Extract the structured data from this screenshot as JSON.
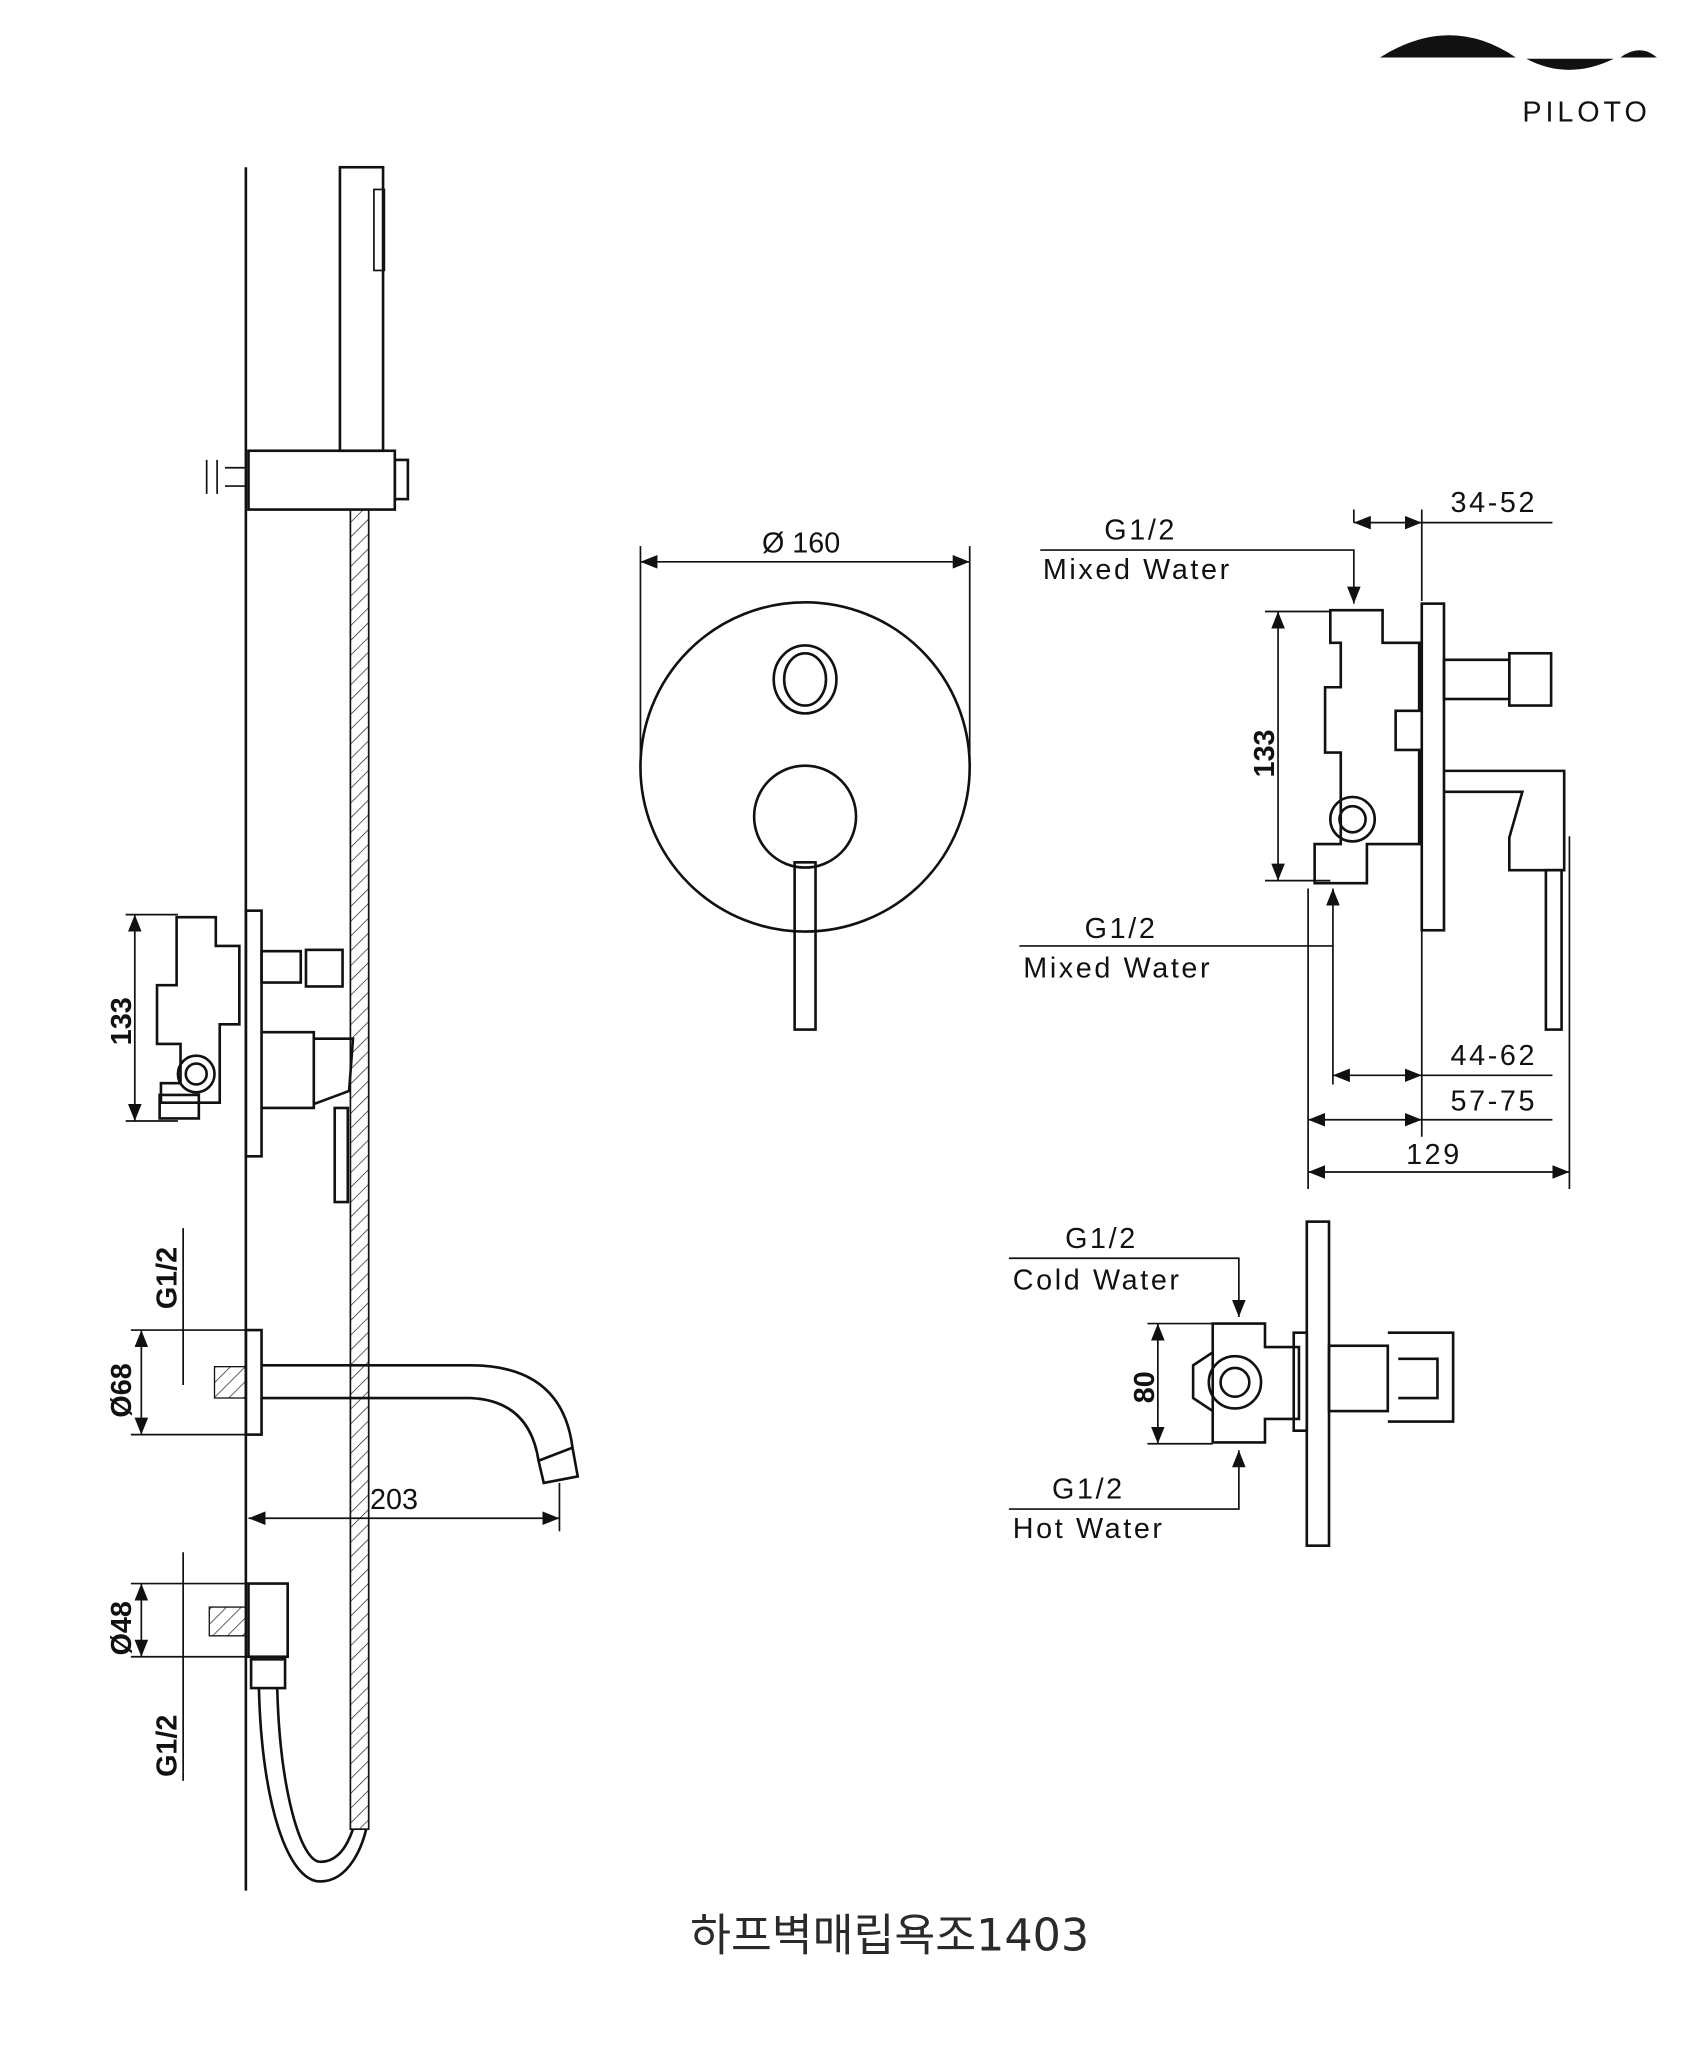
{
  "brand": {
    "name": "PILOTO"
  },
  "caption": "하프벽매립욕조1403",
  "side_view": {
    "dim_mixer_height": "133",
    "spout_thread": "G1/2",
    "spout_flange": "Ø68",
    "spout_length": "203",
    "outlet_flange": "Ø48",
    "outlet_thread": "G1/2"
  },
  "front_view": {
    "diameter": "Ø 160"
  },
  "mixer_side": {
    "top_label_thread": "G1/2",
    "top_label_desc": "Mixed Water",
    "dim_top": "34-52",
    "dim_height": "133",
    "bottom_label_thread": "G1/2",
    "bottom_label_desc": "Mixed Water",
    "dim_a": "44-62",
    "dim_b": "57-75",
    "dim_total": "129"
  },
  "mixer_bottom": {
    "cold_thread": "G1/2",
    "cold_desc": "Cold Water",
    "dim_height": "80",
    "hot_thread": "G1/2",
    "hot_desc": "Hot Water"
  }
}
